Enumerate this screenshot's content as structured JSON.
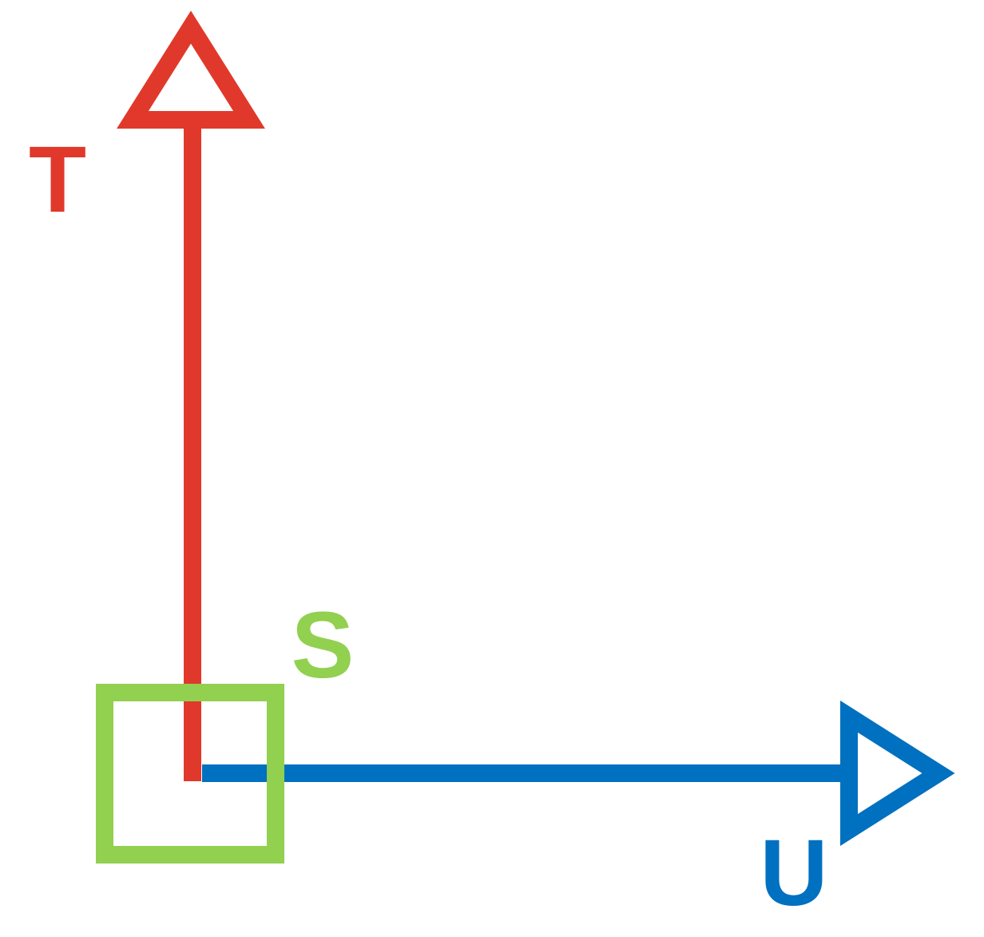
{
  "labels": {
    "t": "T",
    "s": "S",
    "u": "U"
  },
  "colors": {
    "t": "#e0392b",
    "s": "#92d050",
    "u": "#0070c0",
    "background": "#ffffff"
  }
}
